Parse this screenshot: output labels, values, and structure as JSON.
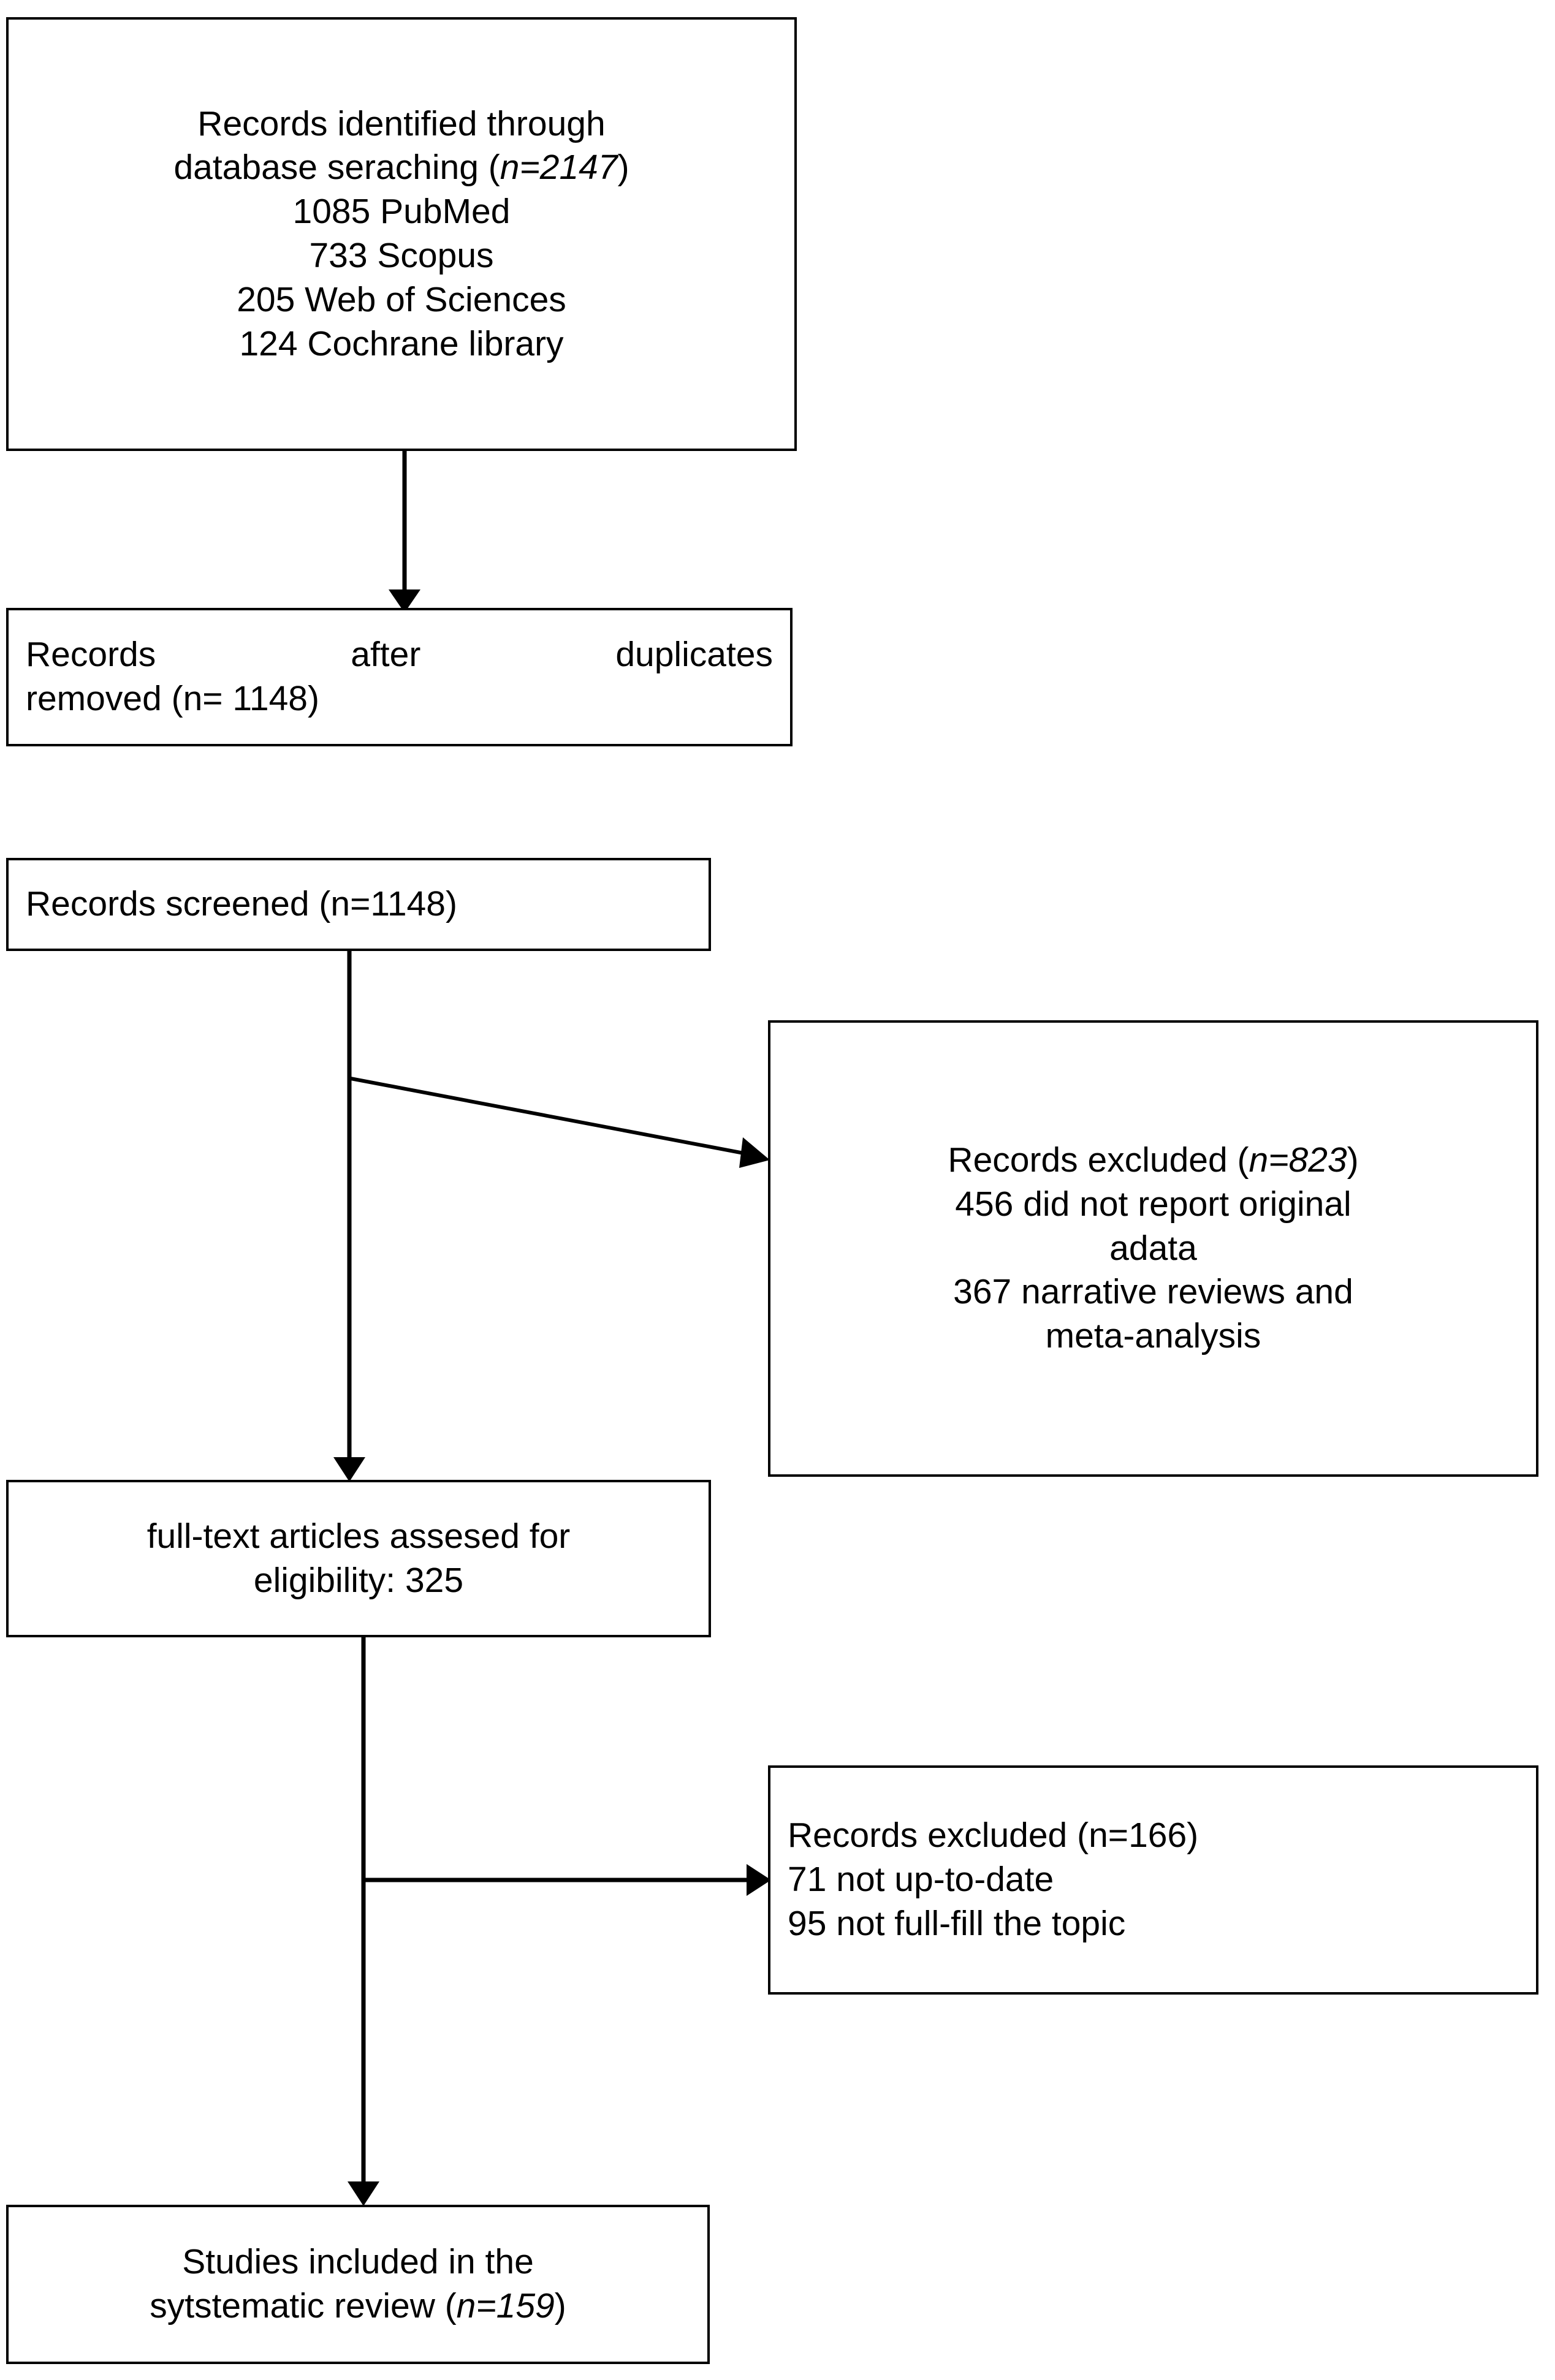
{
  "diagram": {
    "type": "prisma-flow-diagram",
    "title": "PRISMA study selection flow diagram",
    "stroke_color": "#000000",
    "background_color": "#ffffff"
  },
  "boxes": {
    "identified": {
      "name": "records-identified-box",
      "lines": [
        "Records identified through",
        "database seraching (n=2147)",
        "1085 PubMed",
        "733 Scopus",
        "205 Web of Sciences",
        "124 Cochrane library"
      ],
      "line1": "Records identified through",
      "line2_pre": "database seraching (",
      "line2_ital": "n=2147",
      "line2_post": ")",
      "line3": "1085 PubMed",
      "line4": "733 Scopus",
      "line5": "205 Web of Sciences",
      "line6": "124 Cochrane library"
    },
    "duplicates_removed": {
      "name": "records-after-duplicates-box",
      "word1": "Records",
      "word2": "after",
      "word3": "duplicates",
      "line2_pre": "removed (",
      "line2_ital": "n= 1148",
      "line2_post": ")"
    },
    "screened": {
      "name": "records-screened-box",
      "pre": "Records screened (",
      "ital": "n=1148",
      "post": ")"
    },
    "excluded_screening": {
      "name": "records-excluded-screening-box",
      "line1_pre": "Records excluded (",
      "line1_ital": "n=823",
      "line1_post": ")",
      "line2": "456 did not report original",
      "line3": "adata",
      "line4": "367 narrative reviews and",
      "line5": "meta-analysis"
    },
    "fulltext": {
      "name": "full-text-assessed-box",
      "line1": "full-text articles assesed for",
      "line2": "eligibility: 325"
    },
    "excluded_eligibility": {
      "name": "records-excluded-eligibility-box",
      "line1_pre": "Records excluded (",
      "line1_ital": "n=166",
      "line1_post": ")",
      "line2": "71 not up-to-date",
      "line3": "95 not full-fill the topic"
    },
    "included": {
      "name": "studies-included-box",
      "line1": "Studies included in the",
      "line2_pre": "sytstematic review (",
      "line2_ital": "n=159",
      "line2_post": ")"
    }
  },
  "chart_data": {
    "type": "table",
    "title": "PRISMA flow counts",
    "stages": [
      {
        "stage": "Records identified through database seraching",
        "n": 2147
      },
      {
        "stage": "PubMed",
        "n": 1085
      },
      {
        "stage": "Scopus",
        "n": 733
      },
      {
        "stage": "Web of Sciences",
        "n": 205
      },
      {
        "stage": "Cochrane library",
        "n": 124
      },
      {
        "stage": "Records after duplicates removed",
        "n": 1148
      },
      {
        "stage": "Records screened",
        "n": 1148
      },
      {
        "stage": "Records excluded at screening",
        "n": 823
      },
      {
        "stage": "did not report original adata",
        "n": 456
      },
      {
        "stage": "narrative reviews and meta-analysis",
        "n": 367
      },
      {
        "stage": "full-text articles assesed for eligibility",
        "n": 325
      },
      {
        "stage": "Records excluded at eligibility",
        "n": 166
      },
      {
        "stage": "not up-to-date",
        "n": 71
      },
      {
        "stage": "not full-fill the topic",
        "n": 95
      },
      {
        "stage": "Studies included in the sytstematic review",
        "n": 159
      }
    ]
  }
}
